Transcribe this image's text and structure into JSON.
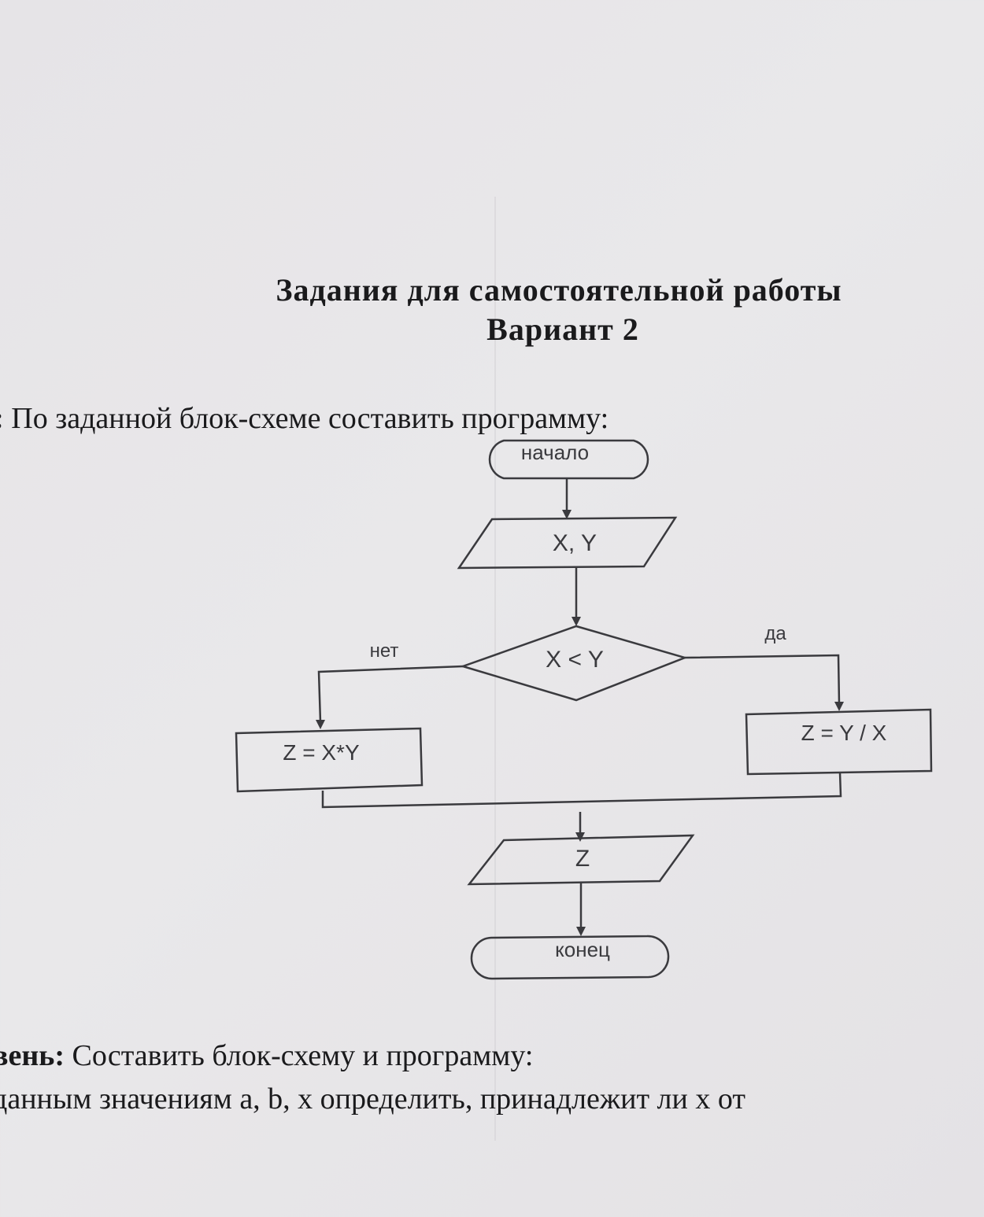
{
  "document": {
    "title": "Задания для самостоятельной работы",
    "variant": "Вариант 2",
    "task1": {
      "prefix": "ь:",
      "text": "По заданной блок-схеме составить программу:"
    },
    "task2": {
      "prefix": "вень:",
      "text": "Составить блок-схему и программу:",
      "line2": "данным значениям a, b, x определить, принадлежит ли x от"
    }
  },
  "flowchart": {
    "start": "начало",
    "input": "X, Y",
    "condition": "X < Y",
    "no_label": "нет",
    "yes_label": "да",
    "no_branch": "Z = X*Y",
    "yes_branch": "Z = Y / X",
    "output": "Z",
    "end": "конец"
  }
}
